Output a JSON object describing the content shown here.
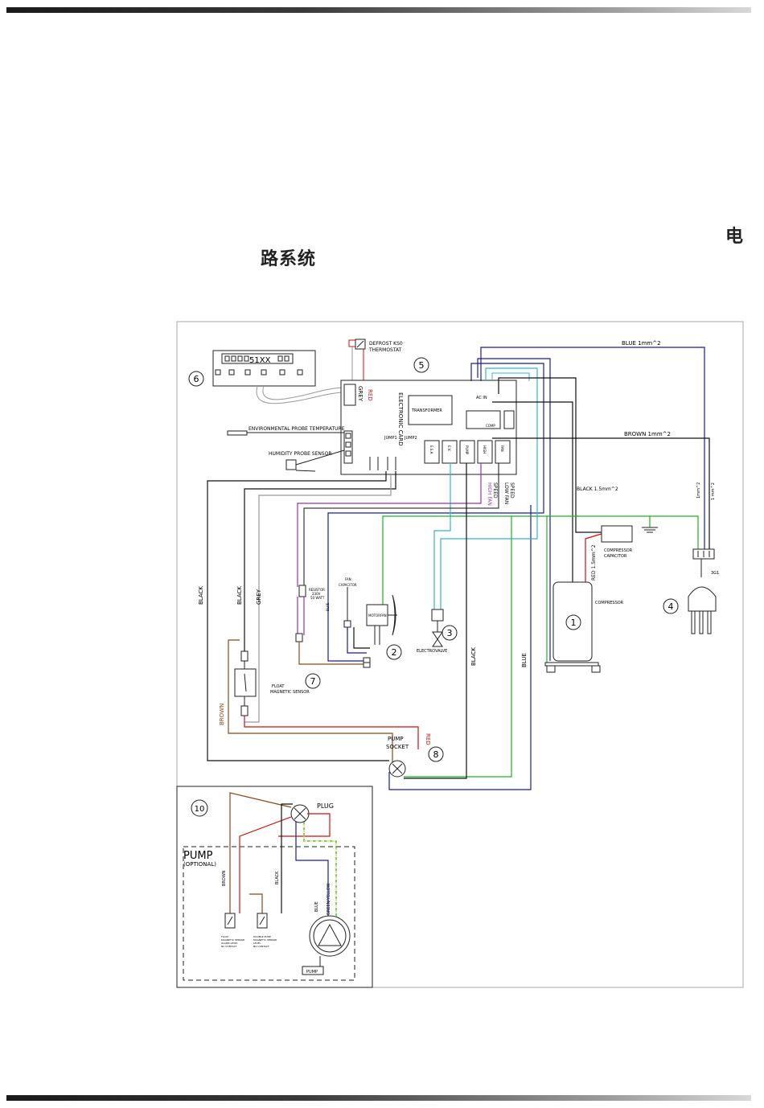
{
  "heading": {
    "char": "电",
    "rest": "路系统"
  },
  "display": {
    "model": "51XX"
  },
  "labels": {
    "defrost": "DEFROST KS0",
    "thermostat": "THERMOSTAT",
    "electronic_card": "ELECTRONIC CARD",
    "transformer": "TRANSFORMER",
    "red": "RED",
    "grey": "GREY",
    "env_probe": "ENVIRONMENTAL PROBE TEMPERATURE",
    "humidity_probe": "HUMIDITY PROBE SENSOR",
    "jump1": "JUMP1",
    "jump2": "JUMP2",
    "ac_in": "AC IN",
    "comp": "COMP",
    "blue_1mm": "BLUE  1mm^2",
    "brown_1mm": "BROWN  1mm^2",
    "black_15": "BLACK 1.5mm^2",
    "red_15": "RED 1.5mm^2",
    "high_fan": "HIGH FAN",
    "high_fan_speed": "SPEED",
    "low_fan": "LOW FAN",
    "low_fan_speed": "SPEED",
    "comp_cap": "COMPRESSOR",
    "comp_cap2": "CAPACITOR",
    "compressor": "COMPRESSOR",
    "one_mm_a": "1mm^2",
    "one_mm_b": "1 mm^2",
    "plug_3g1": "3G1",
    "black": "BLACK",
    "grey_w": "GREY",
    "resistor": "RESISTOR",
    "resistor2": "230V",
    "resistor3": "50 WATT",
    "fan_capacitor": "FAN",
    "fan_capacitor2": "CAPACITOR",
    "blue": "BLUE",
    "motorfan": "MOTORFAN",
    "electrovalve": "ELECTROVALVE",
    "float1": "FLOAT",
    "float2": "MAGNETIC SENSOR",
    "brown": "BROWN",
    "pump_socket1": "PUMP",
    "pump_socket2": "SOCKET",
    "plug": "PLUG",
    "pump": "PUMP",
    "optional": "(OPTIONAL)",
    "green_yellow": "GREEN/YELLOW",
    "float_sensor_a": "FLOAT",
    "float_sensor_b": "MAGNETIC SENSOR",
    "float_sensor_c": "ALARM LEVEL",
    "float_sensor_d": "NC CONTACT",
    "double_a": "DOUBLE PUMP",
    "double_b": "MAGNETIC SENSOR",
    "double_c": "LEVEL",
    "double_d": "NO CONTACT",
    "pump_box": "PUMP"
  },
  "callouts": [
    "1",
    "2",
    "3",
    "4",
    "5",
    "6",
    "7",
    "8",
    "10"
  ],
  "card_slots": [
    "E.S.A",
    "E.V.",
    "PUMP",
    "HIGH",
    "FAN"
  ],
  "colors": {
    "blue": "#1a1aa0",
    "black": "#111111",
    "red": "#cc1111",
    "grey": "#999999",
    "brown": "#8b4a14",
    "green": "#22b222",
    "cyan": "#33b8c8",
    "purple": "#9933aa",
    "frame": "#aaaaaa"
  }
}
